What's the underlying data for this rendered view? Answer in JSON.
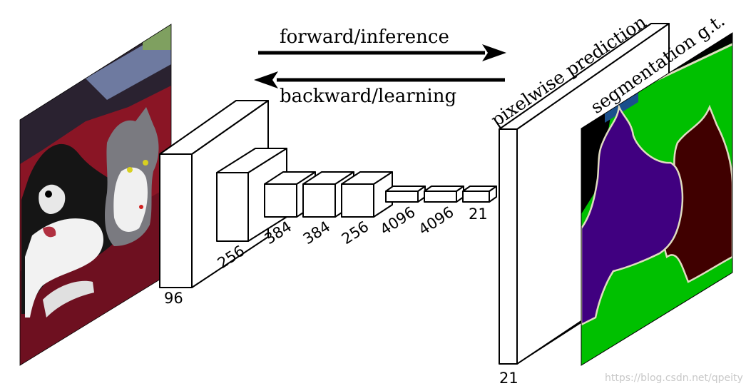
{
  "arrows": {
    "forward_label": "forward/inference",
    "backward_label": "backward/learning"
  },
  "layers": {
    "input_depth": "96",
    "conv2": "256",
    "conv3": "384",
    "conv4": "384",
    "conv5": "256",
    "fc6": "4096",
    "fc7": "4096",
    "fc8": "21"
  },
  "output": {
    "label": "pixelwise prediction",
    "depth": "21"
  },
  "ground_truth": {
    "label": "segmentation g.t."
  },
  "watermark": "https://blog.csdn.net/qpeity",
  "colors": {
    "gt_background": "#000000",
    "gt_grass": "#00c000",
    "gt_dog": "#400080",
    "gt_cat": "#400000",
    "gt_sofa": "#1a4f8c",
    "gt_boundary": "#e0dcc0",
    "photo_sofa": "#8a1525"
  }
}
